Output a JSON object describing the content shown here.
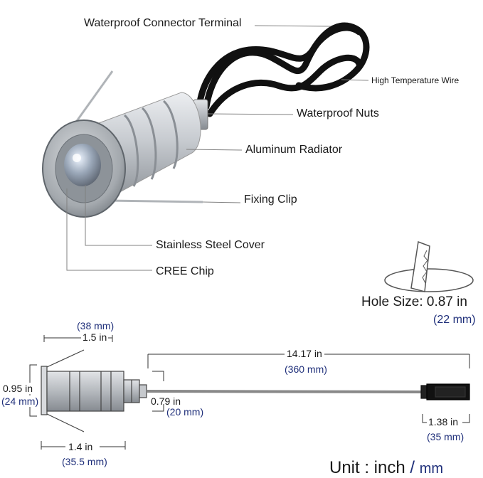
{
  "callouts": {
    "connector": "Waterproof Connector Terminal",
    "wire": "High Temperature Wire",
    "nuts": "Waterproof Nuts",
    "radiator": "Aluminum Radiator",
    "clip": "Fixing Clip",
    "cover": "Stainless Steel Cover",
    "chip": "CREE Chip"
  },
  "hole": {
    "label": "Hole Size:",
    "inch": "0.87 in",
    "mm": "(22 mm)"
  },
  "dimensions": {
    "top_width": {
      "mm": "(38 mm)",
      "inch": "1.5 in"
    },
    "height": {
      "inch": "0.95 in",
      "mm": "(24 mm)"
    },
    "cable_length": {
      "inch": "14.17 in",
      "mm": "(360 mm)"
    },
    "nut_height": {
      "inch": "0.79 in",
      "mm": "(20 mm)"
    },
    "body_width": {
      "inch": "1.4 in",
      "mm": "(35.5 mm)"
    },
    "connector_length": {
      "inch": "1.38 in",
      "mm": "(35 mm)"
    }
  },
  "units": {
    "label": "Unit : inch",
    "slash": "/",
    "mm": "mm"
  },
  "colors": {
    "mm_text": "#1f2f7a",
    "leader_line": "#808080",
    "cable": "#111111",
    "aluminum": "#c9ccd1",
    "steel": "#9aa0a6"
  }
}
